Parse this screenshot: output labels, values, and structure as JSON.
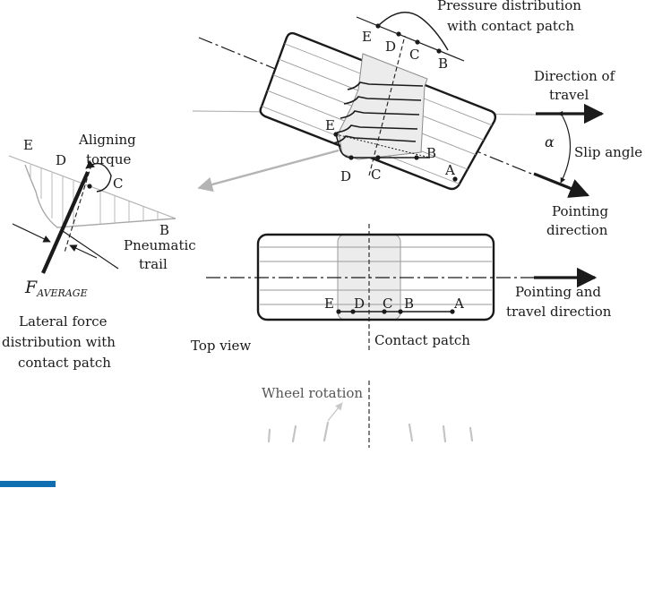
{
  "labels": {
    "pressure_line1": "Pressure distribution",
    "pressure_line2": "with contact patch",
    "direction_line1": "Direction of",
    "direction_line2": "travel",
    "slip_angle": "Slip angle",
    "alpha": "α",
    "pointing_line1": "Pointing",
    "pointing_line2": "direction",
    "aligning_line1": "Aligning",
    "aligning_line2": "torque",
    "pneumatic_line1": "Pneumatic",
    "pneumatic_line2": "trail",
    "f_symbol": "F",
    "f_subscript": "AVERAGE",
    "lateral_line1": "Lateral force",
    "lateral_line2": "distribution with",
    "lateral_line3": "contact patch",
    "top_view": "Top view",
    "contact_patch": "Contact patch",
    "pointing_travel_line1": "Pointing and",
    "pointing_travel_line2": "travel direction",
    "wheel_rotation": "Wheel rotation"
  },
  "points": {
    "A": "A",
    "B": "B",
    "C": "C",
    "D": "D",
    "E": "E"
  },
  "colors": {
    "accent_blue": "#0f6fb0",
    "line": "#1a1a1a",
    "grey_arrow": "#b4b4b4",
    "patch_fill": "#ececec"
  }
}
